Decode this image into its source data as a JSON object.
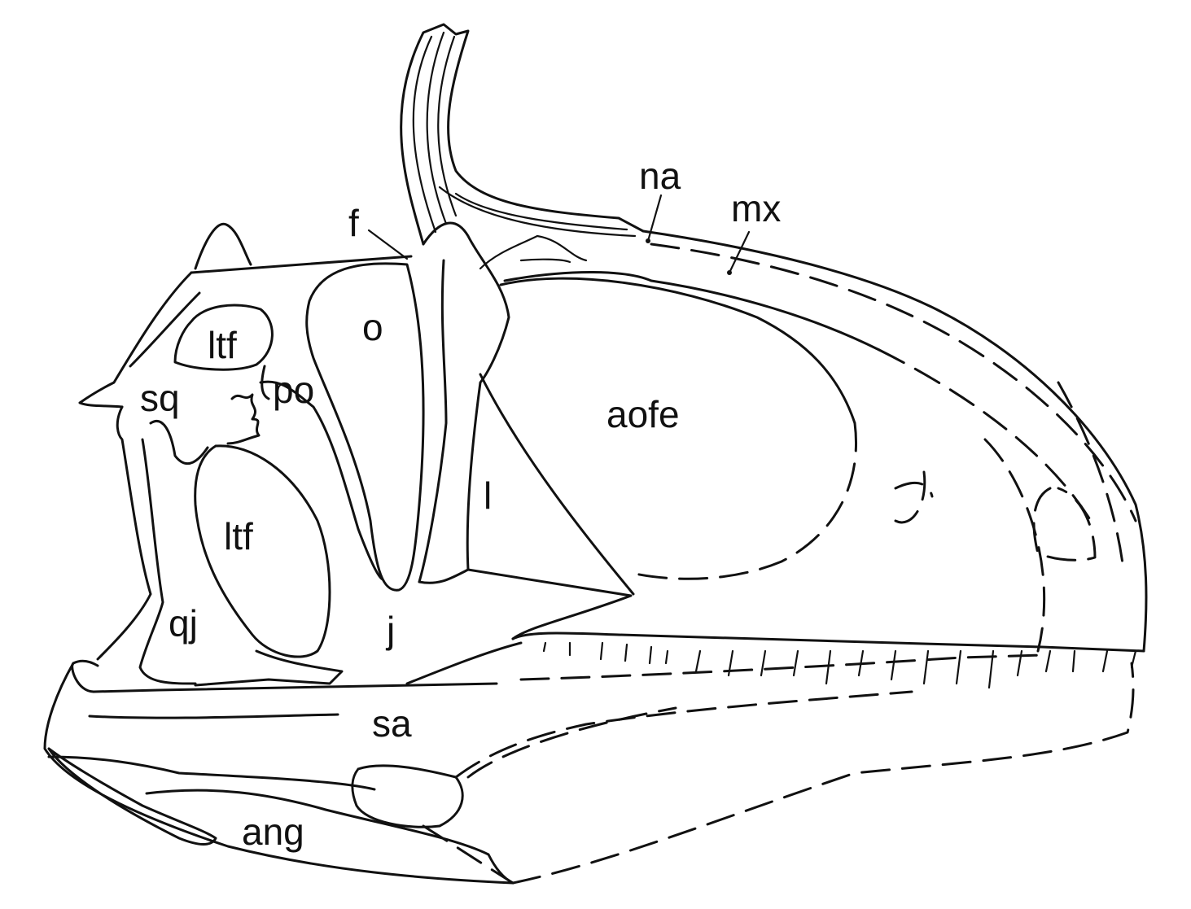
{
  "labels": {
    "na": "na",
    "mx": "mx",
    "f": "f",
    "o": "o",
    "ltf_upper": "ltf",
    "ltf_lower": "ltf",
    "sq": "sq",
    "po": "po",
    "aofe": "aofe",
    "l": "l",
    "qj": "qj",
    "j": "j",
    "sa": "sa",
    "ang": "ang"
  }
}
